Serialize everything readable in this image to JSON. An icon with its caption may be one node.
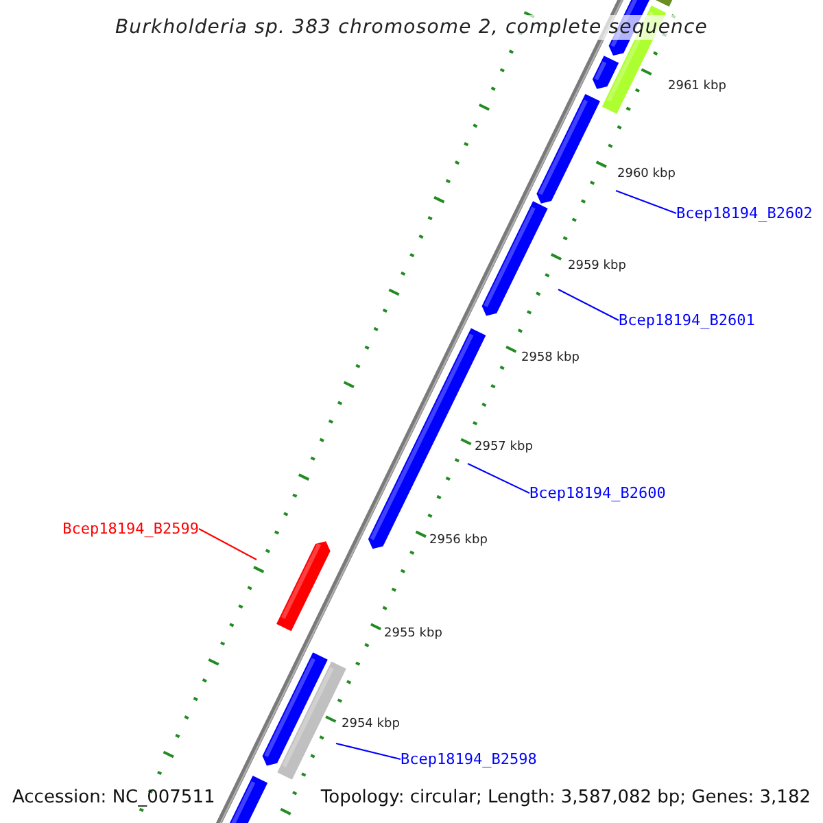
{
  "diagram": {
    "title": "Burkholderia sp. 383 chromosome 2, complete sequence",
    "nodes": [
      {
        "text": [
          "Bcep18194_B2602"
        ]
      },
      {
        "text": [
          "Bcep18194_B2601"
        ]
      },
      {
        "text": [
          "Bcep18194_B2600"
        ]
      },
      {
        "text": [
          "Bcep18194_B2599"
        ]
      },
      {
        "text": [
          "Bcep18194_B2598"
        ]
      }
    ],
    "edges": [
      {
        "from": 0,
        "to": null,
        "arrow": "none"
      },
      {
        "from": 1,
        "to": null,
        "arrow": "none"
      },
      {
        "from": 2,
        "to": null,
        "arrow": "none"
      },
      {
        "from": 3,
        "to": null,
        "arrow": "none",
        "color": "#ff0000"
      },
      {
        "from": 4,
        "to": null,
        "arrow": "none"
      }
    ],
    "labels": [
      "2961 kbp",
      "2960 kbp",
      "2959 kbp",
      "2958 kbp",
      "2957 kbp",
      "2956 kbp",
      "2955 kbp",
      "2954 kbp",
      "Accession: NC_007511",
      "Topology: circular; Length: 3,587,082 bp; Genes: 3,182"
    ]
  }
}
